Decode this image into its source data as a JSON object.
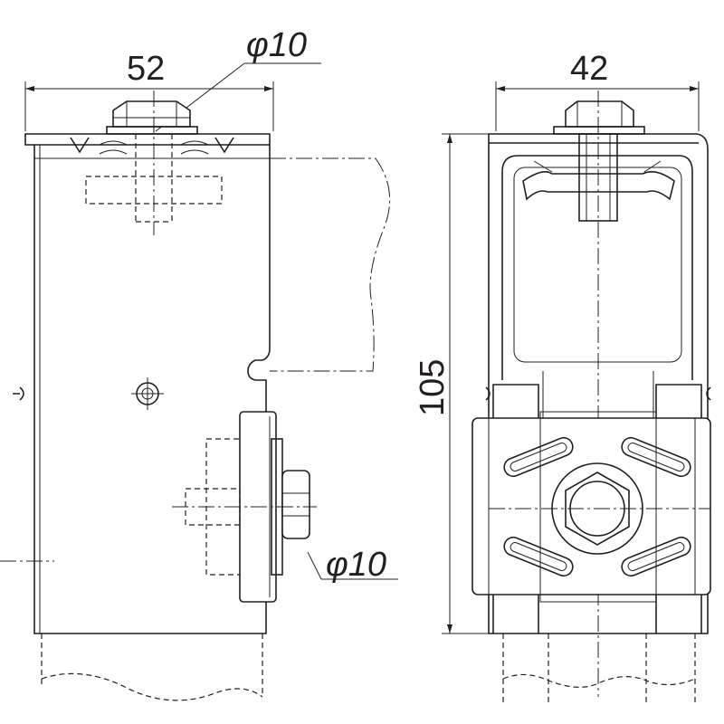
{
  "drawing": {
    "side_view": {
      "width_dimension": "52",
      "top_bolt_diameter": "φ10",
      "side_bolt_diameter": "φ10"
    },
    "front_view": {
      "width_dimension": "42",
      "height_dimension": "105"
    },
    "color": "#231f20"
  }
}
